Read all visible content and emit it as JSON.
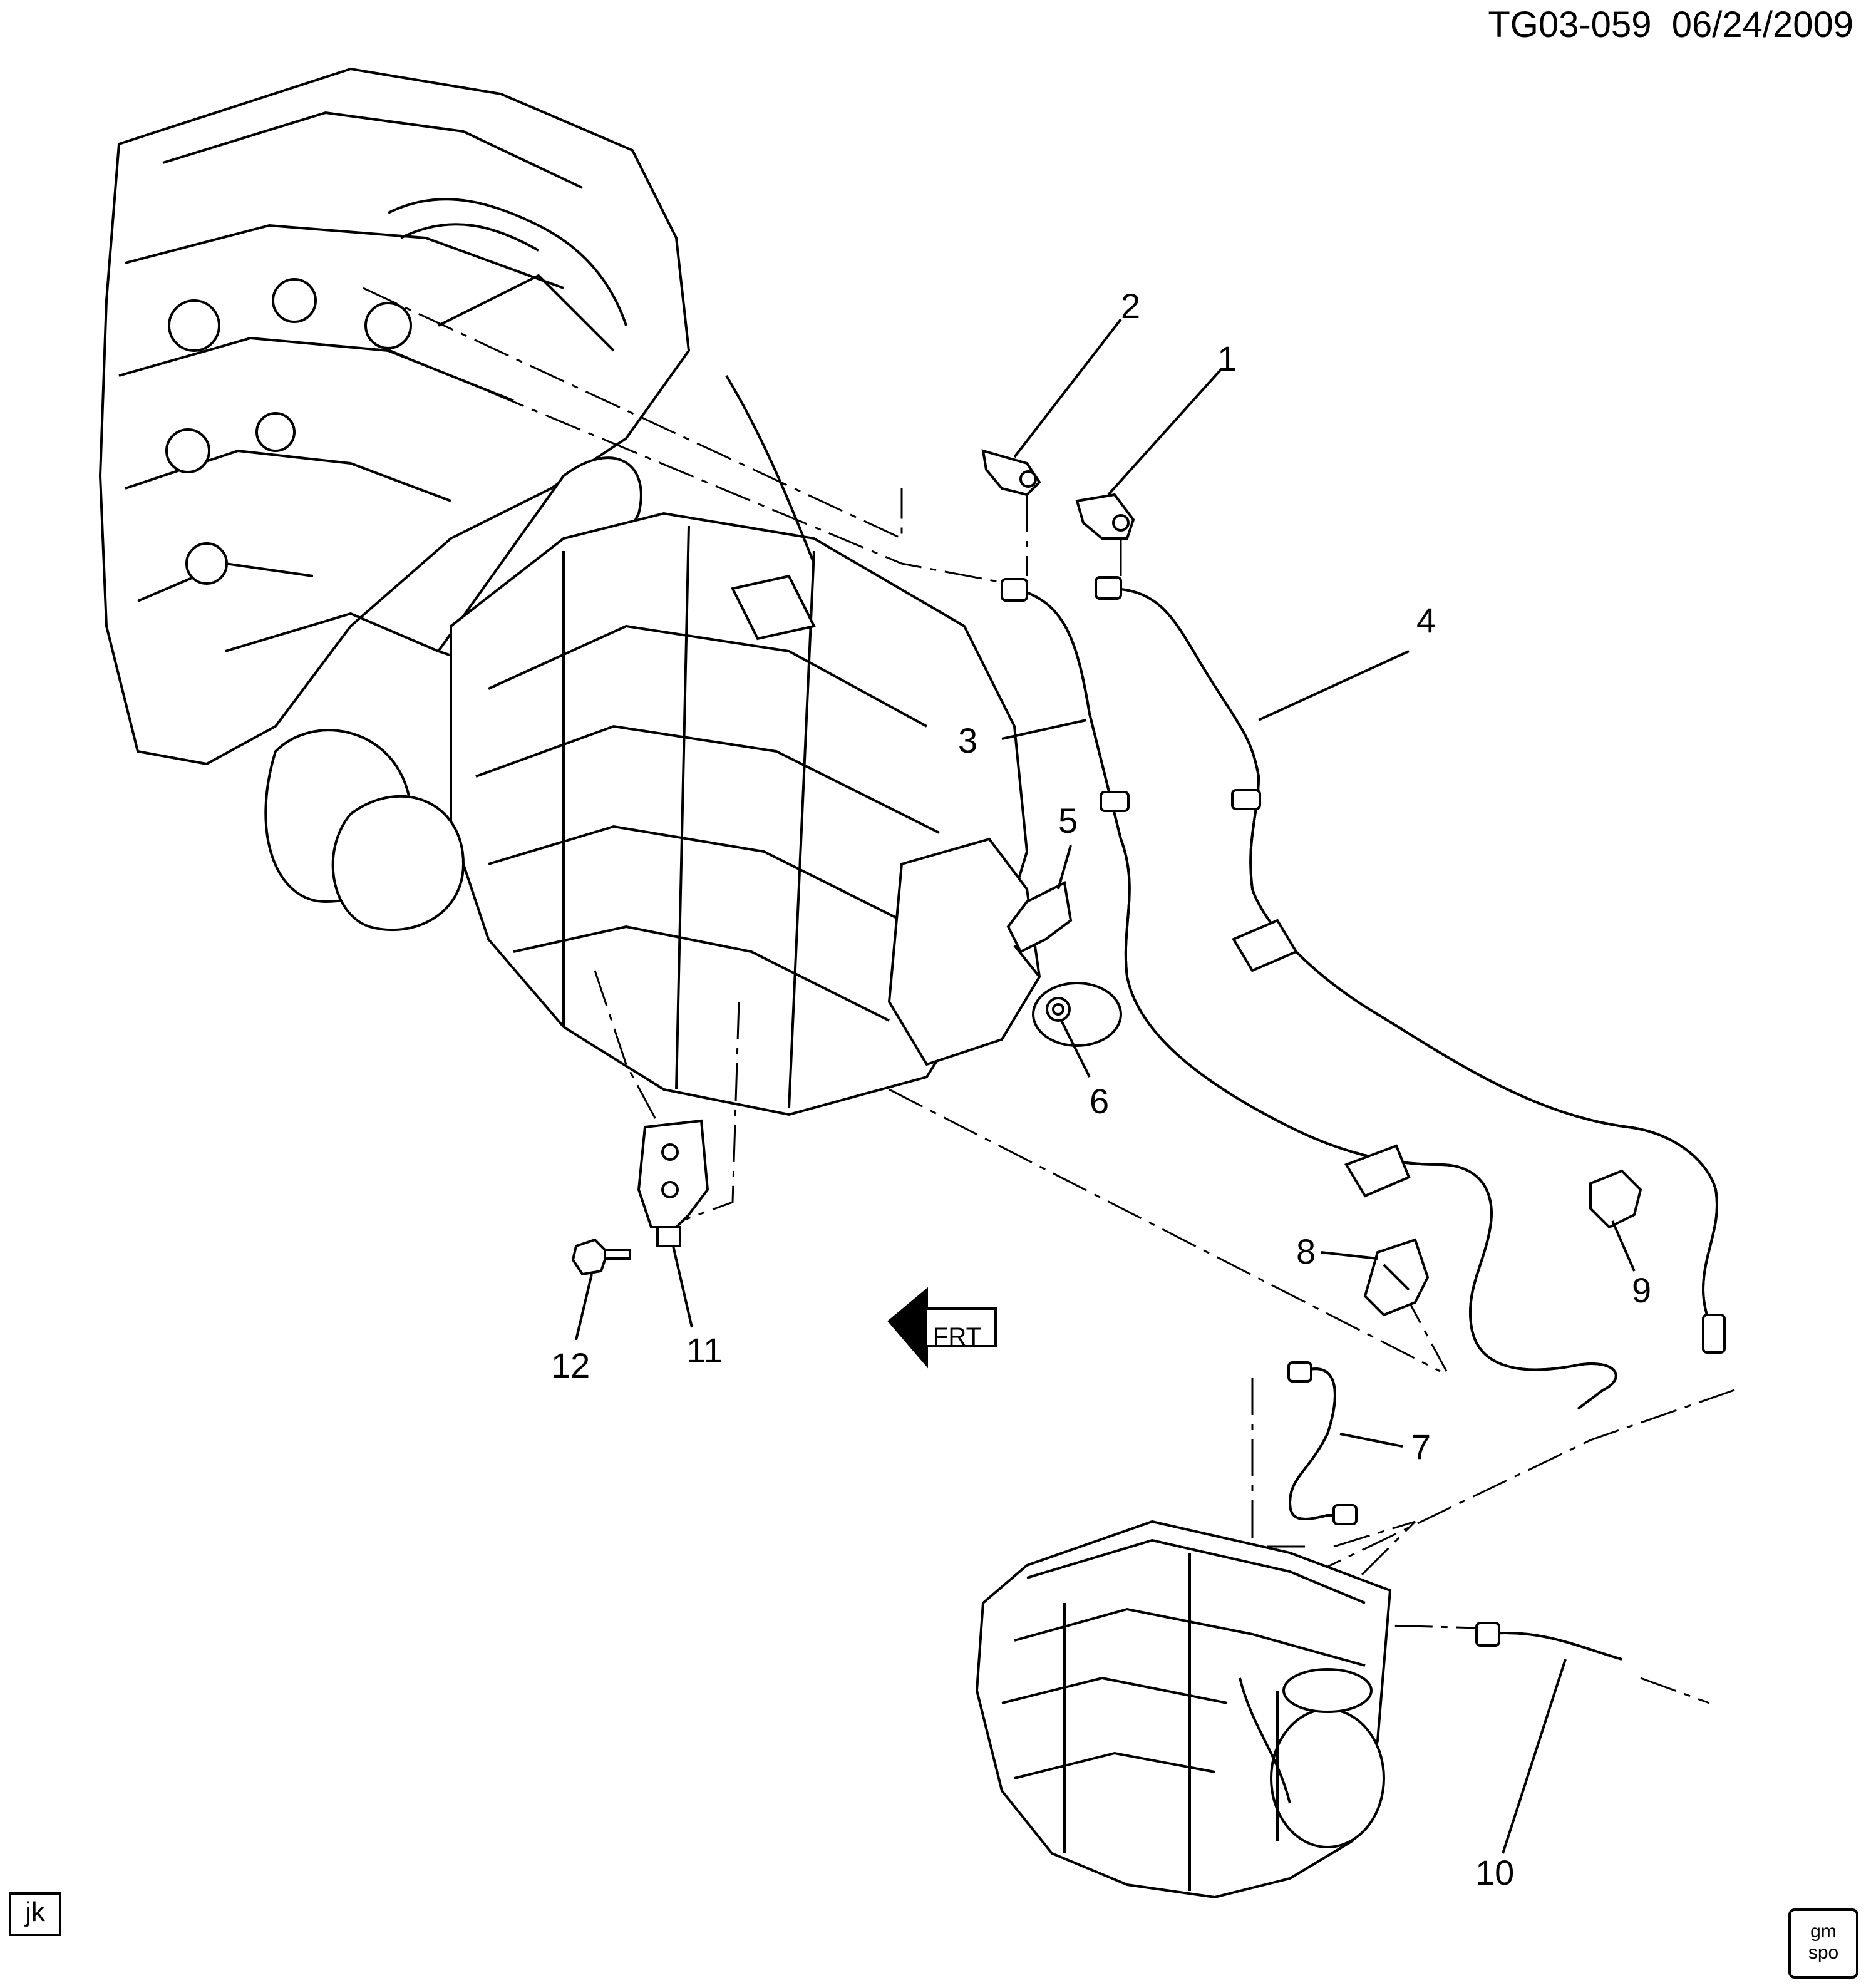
{
  "header": {
    "drawing_id": "TG03-059",
    "date": "06/24/2009"
  },
  "callouts": [
    {
      "id": "c1",
      "label": "1"
    },
    {
      "id": "c2",
      "label": "2"
    },
    {
      "id": "c3",
      "label": "3"
    },
    {
      "id": "c4",
      "label": "4"
    },
    {
      "id": "c5",
      "label": "5"
    },
    {
      "id": "c6",
      "label": "6"
    },
    {
      "id": "c7",
      "label": "7"
    },
    {
      "id": "c8",
      "label": "8"
    },
    {
      "id": "c9",
      "label": "9"
    },
    {
      "id": "c10",
      "label": "10"
    },
    {
      "id": "c11",
      "label": "11"
    },
    {
      "id": "c12",
      "label": "12"
    }
  ],
  "front_arrow": {
    "label": "FRT"
  },
  "footer": {
    "left_badge": "jk",
    "right_badge_line1": "gm",
    "right_badge_line2": "spo"
  }
}
